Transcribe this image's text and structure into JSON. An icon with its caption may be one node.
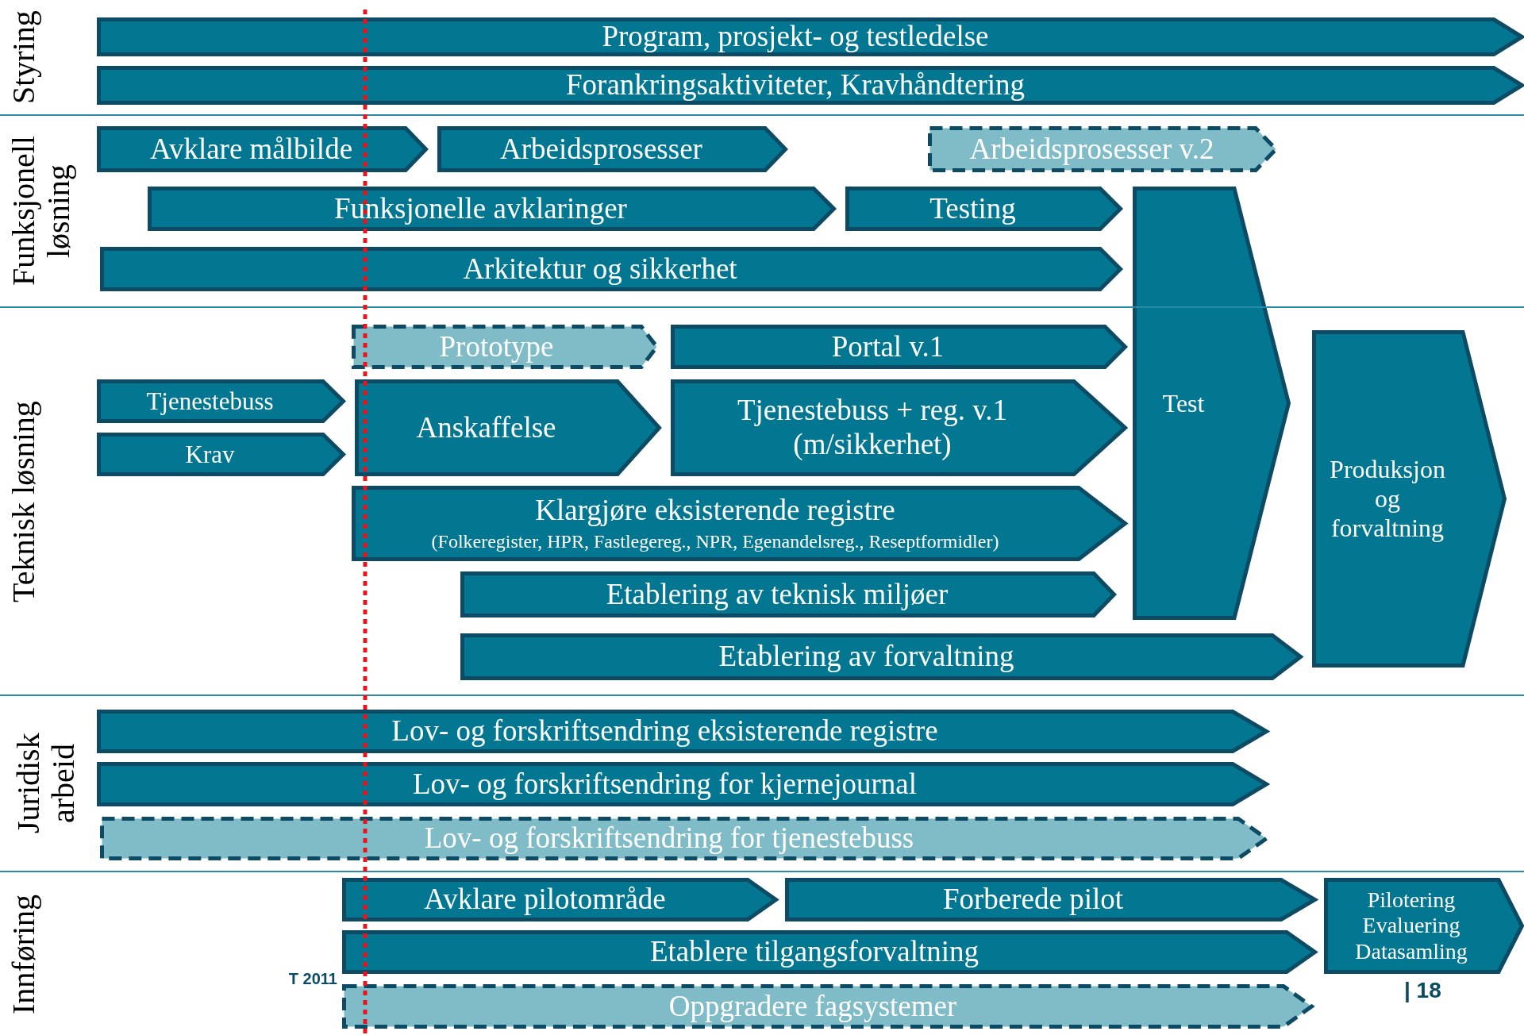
{
  "diagram": {
    "nodes": [
      {
        "text": [
          "Program, prosjekt- og testledelse"
        ]
      },
      {
        "text": [
          "Forankringsaktiviteter, Kravhåndtering"
        ]
      },
      {
        "text": [
          "Avklare målbilde"
        ]
      },
      {
        "text": [
          "Arbeidsprosesser"
        ]
      },
      {
        "text": [
          "Arbeidsprosesser v.2"
        ]
      },
      {
        "text": [
          "Funksjonelle avklaringer"
        ]
      },
      {
        "text": [
          "Testing"
        ]
      },
      {
        "text": [
          "Test"
        ]
      },
      {
        "text": [
          "Arkitektur og sikkerhet"
        ]
      },
      {
        "text": [
          "Prototype"
        ]
      },
      {
        "text": [
          "Portal v.1"
        ]
      },
      {
        "text": [
          "Produksjon og forvaltning"
        ]
      },
      {
        "text": [
          "Tjenestebuss"
        ]
      },
      {
        "text": [
          "Anskaffelse"
        ]
      },
      {
        "text": [
          "Tjenestebuss + reg. v.1 (m/sikkerhet)"
        ]
      },
      {
        "text": [
          "Krav"
        ]
      },
      {
        "text": [
          "Klargjøre eksisterende registre",
          "(Folkeregister, HPR, Fastlegereg., NPR, Egenandelsreg., Reseptformidler)"
        ]
      },
      {
        "text": [
          "Etablering av teknisk miljøer"
        ]
      },
      {
        "text": [
          "Etablering av forvaltning"
        ]
      },
      {
        "text": [
          "Lov- og forskriftsendring eksisterende registre"
        ]
      },
      {
        "text": [
          "Lov- og forskriftsendring for kjernejournal"
        ]
      },
      {
        "text": [
          "Lov- og forskriftsendring for tjenestebuss"
        ]
      },
      {
        "text": [
          "Avklare pilotområde"
        ]
      },
      {
        "text": [
          "Forberede pilot"
        ]
      },
      {
        "text": [
          "Pilotering Evaluering Datasamling"
        ]
      },
      {
        "text": [
          "Etablere tilgangsforvaltning"
        ]
      },
      {
        "text": [
          "Oppgradere fagsystemer"
        ]
      }
    ],
    "labels": [
      "Styring",
      "Funksjonell løsning",
      "Teknisk løsning",
      "Juridisk arbeid",
      "Innføring",
      "T 2011",
      "| 18"
    ]
  }
}
